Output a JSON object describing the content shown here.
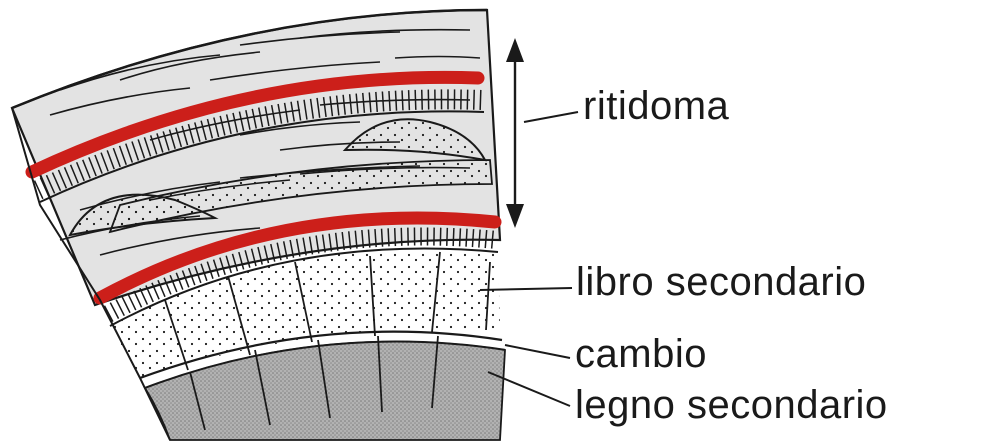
{
  "labels": {
    "ritidoma": "ritidoma",
    "libro_secondario": "libro  secondario",
    "cambio": "cambio",
    "legno_secondario": "legno  secondario"
  },
  "colors": {
    "background": "#ffffff",
    "periderm_red": "#cc1f1a",
    "bark_gray": "#e3e3e3",
    "wood_gray": "#a6a6a6",
    "ink": "#1a1a1a"
  }
}
